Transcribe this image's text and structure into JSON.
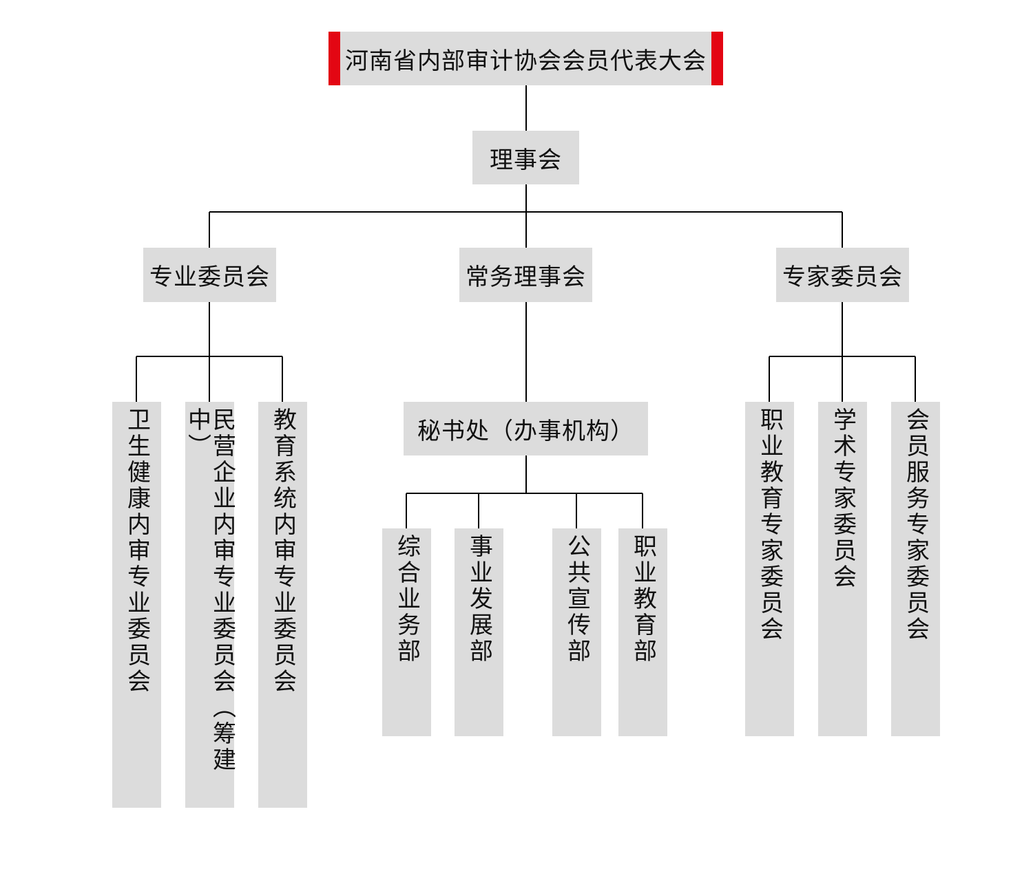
{
  "colors": {
    "box_fill": "#dcdcdc",
    "line": "#000000",
    "accent": "#e30613"
  },
  "top": {
    "label": "河南省内部审计协会会员代表大会"
  },
  "council": {
    "label": "理事会"
  },
  "branches": {
    "professional": {
      "label": "专业委员会",
      "children": [
        "卫生健康内审专业委员会",
        "民营企业内审专业委员会（筹建中）",
        "教育系统内审专业委员会"
      ]
    },
    "standing": {
      "label": "常务理事会",
      "secretariat": "秘书处（办事机构）",
      "departments": [
        "综合业务部",
        "事业发展部",
        "公共宣传部",
        "职业教育部"
      ]
    },
    "expert": {
      "label": "专家委员会",
      "children": [
        "职业教育专家委员会",
        "学术专家委员会",
        "会员服务专家委员会"
      ]
    }
  }
}
